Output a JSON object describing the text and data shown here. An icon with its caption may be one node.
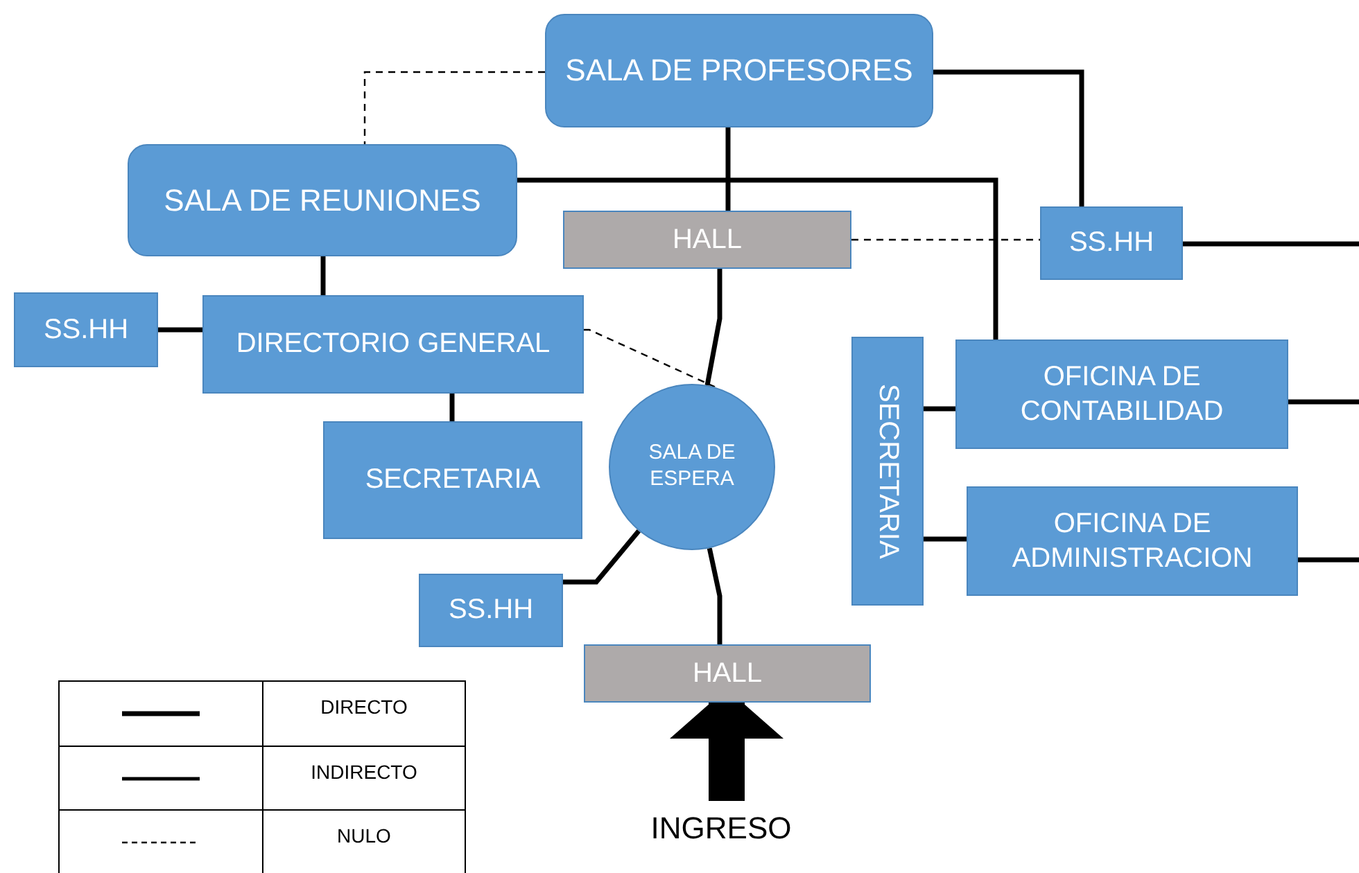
{
  "diagram": {
    "nodes": [
      {
        "text": [
          "SALA DE PROFESORES"
        ]
      },
      {
        "text": [
          "SALA DE REUNIONES"
        ]
      },
      {
        "text": [
          "HALL"
        ]
      },
      {
        "text": [
          "SS.HH"
        ]
      },
      {
        "text": [
          "SS.HH"
        ]
      },
      {
        "text": [
          "DIRECTORIO GENERAL"
        ]
      },
      {
        "text": [
          "SECRETARIA"
        ]
      },
      {
        "text": [
          "SALA DE ESPERA"
        ]
      },
      {
        "text": [
          "SECRETARIA"
        ]
      },
      {
        "text": [
          "OFICINA DE CONTABILIDAD"
        ]
      },
      {
        "text": [
          "OFICINA DE ADMINISTRACION"
        ]
      },
      {
        "text": [
          "SS.HH"
        ]
      },
      {
        "text": [
          "HALL"
        ]
      },
      {
        "text": [
          "INGRESO"
        ]
      }
    ],
    "edges": [
      {
        "from": 0,
        "to": 1,
        "arrow": "none",
        "style": "dashed"
      },
      {
        "from": 0,
        "to": 3,
        "arrow": "none"
      },
      {
        "from": 0,
        "to": 2,
        "arrow": "none"
      },
      {
        "from": 1,
        "to": 9,
        "arrow": "none"
      },
      {
        "from": 2,
        "to": 3,
        "arrow": "none",
        "style": "dashed"
      },
      {
        "from": 3,
        "to": null,
        "arrow": "none"
      },
      {
        "from": 1,
        "to": 5,
        "arrow": "none"
      },
      {
        "from": 4,
        "to": 5,
        "arrow": "none"
      },
      {
        "from": 5,
        "to": 7,
        "arrow": "none",
        "style": "dashed"
      },
      {
        "from": 5,
        "to": 6,
        "arrow": "none"
      },
      {
        "from": 2,
        "to": 7,
        "arrow": "none"
      },
      {
        "from": 11,
        "to": 7,
        "arrow": "none"
      },
      {
        "from": 7,
        "to": 12,
        "arrow": "none"
      },
      {
        "from": 8,
        "to": 9,
        "arrow": "none"
      },
      {
        "from": 8,
        "to": 10,
        "arrow": "none"
      },
      {
        "from": 9,
        "to": null,
        "arrow": "none"
      },
      {
        "from": 10,
        "to": null,
        "arrow": "none"
      },
      {
        "from": 13,
        "to": 12,
        "arrow": "to",
        "style": "thick"
      }
    ],
    "legend": [
      {
        "text": "DIRECTO"
      },
      {
        "text": "INDIRECTO"
      },
      {
        "text": "NULO"
      }
    ]
  }
}
